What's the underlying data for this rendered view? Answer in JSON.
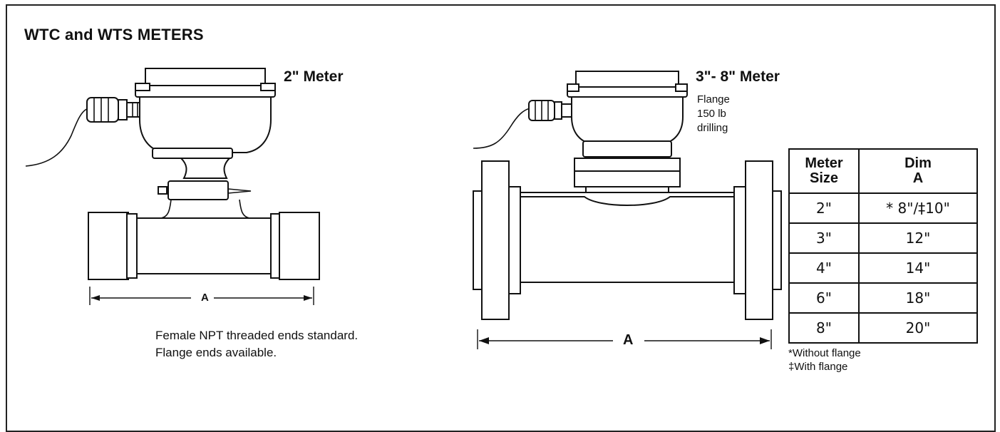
{
  "title": "WTC and WTS METERS",
  "meter_small": {
    "label": "2\" Meter",
    "dim_label": "A",
    "note_line1": "Female NPT threaded ends standard.",
    "note_line2": "Flange ends available."
  },
  "meter_large": {
    "label": "3\"- 8\" Meter",
    "flange_line1": "Flange",
    "flange_line2": "150 lb",
    "flange_line3": "drilling",
    "dim_label": "A"
  },
  "table": {
    "headers": [
      "Meter\nSize",
      "Dim\nA"
    ],
    "header_col1_line1": "Meter",
    "header_col1_line2": "Size",
    "header_col2_line1": "Dim",
    "header_col2_line2": "A",
    "rows": [
      {
        "size": "2\"",
        "dim": "* 8\"/‡10\""
      },
      {
        "size": "3\"",
        "dim": "12\""
      },
      {
        "size": "4\"",
        "dim": "14\""
      },
      {
        "size": "6\"",
        "dim": "18\""
      },
      {
        "size": "8\"",
        "dim": "20\""
      }
    ]
  },
  "footnotes": {
    "without": "*Without flange",
    "with": "‡With flange"
  }
}
